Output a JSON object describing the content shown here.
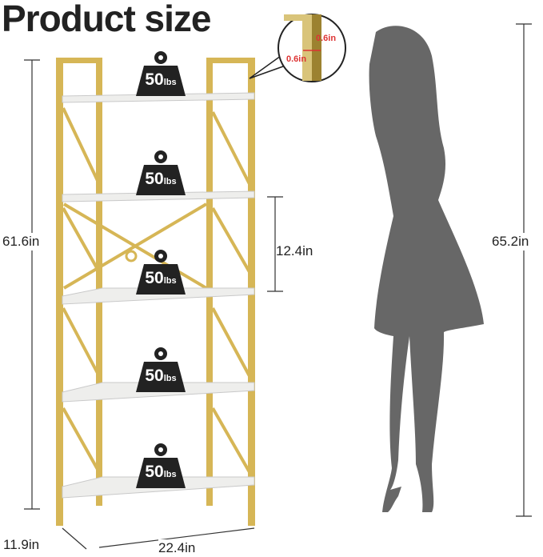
{
  "title": "Product size",
  "dimensions": {
    "height_shelf": "61.6in",
    "shelf_gap": "12.4in",
    "height_person": "65.2in",
    "depth": "11.9in",
    "width": "22.4in",
    "tube_a": "0.6in",
    "tube_b": "0.6in"
  },
  "weights": [
    {
      "value": "50",
      "unit": "lbs"
    },
    {
      "value": "50",
      "unit": "lbs"
    },
    {
      "value": "50",
      "unit": "lbs"
    },
    {
      "value": "50",
      "unit": "lbs"
    },
    {
      "value": "50",
      "unit": "lbs"
    }
  ],
  "colors": {
    "gold": "#d9bb5a",
    "shelf": "#ececec",
    "silhouette": "#676767",
    "accent": "#d33333"
  }
}
